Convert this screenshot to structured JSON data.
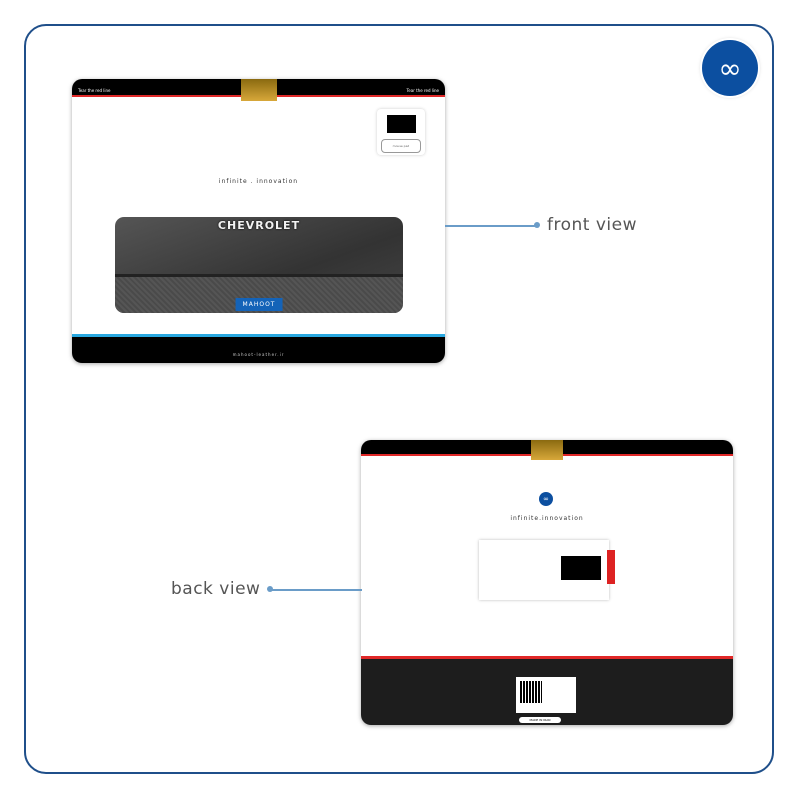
{
  "labels": {
    "front": "front view",
    "back": "back view"
  },
  "front": {
    "tear_left": "Tear the red line",
    "tear_right": "Tear the red line",
    "product_button": "mouse pad",
    "tagline": "infinite . innovation",
    "brand": "CHEVROLET",
    "badge": "MAHOOT",
    "website": "mahoot-leather.ir"
  },
  "back": {
    "tagline": "infinite.innovation",
    "made_in": "MADE IN IRAN"
  },
  "colors": {
    "accent": "#0c4fa0",
    "frame": "#1f4f8a",
    "red": "#e02828",
    "cyan": "#29a8e0"
  }
}
